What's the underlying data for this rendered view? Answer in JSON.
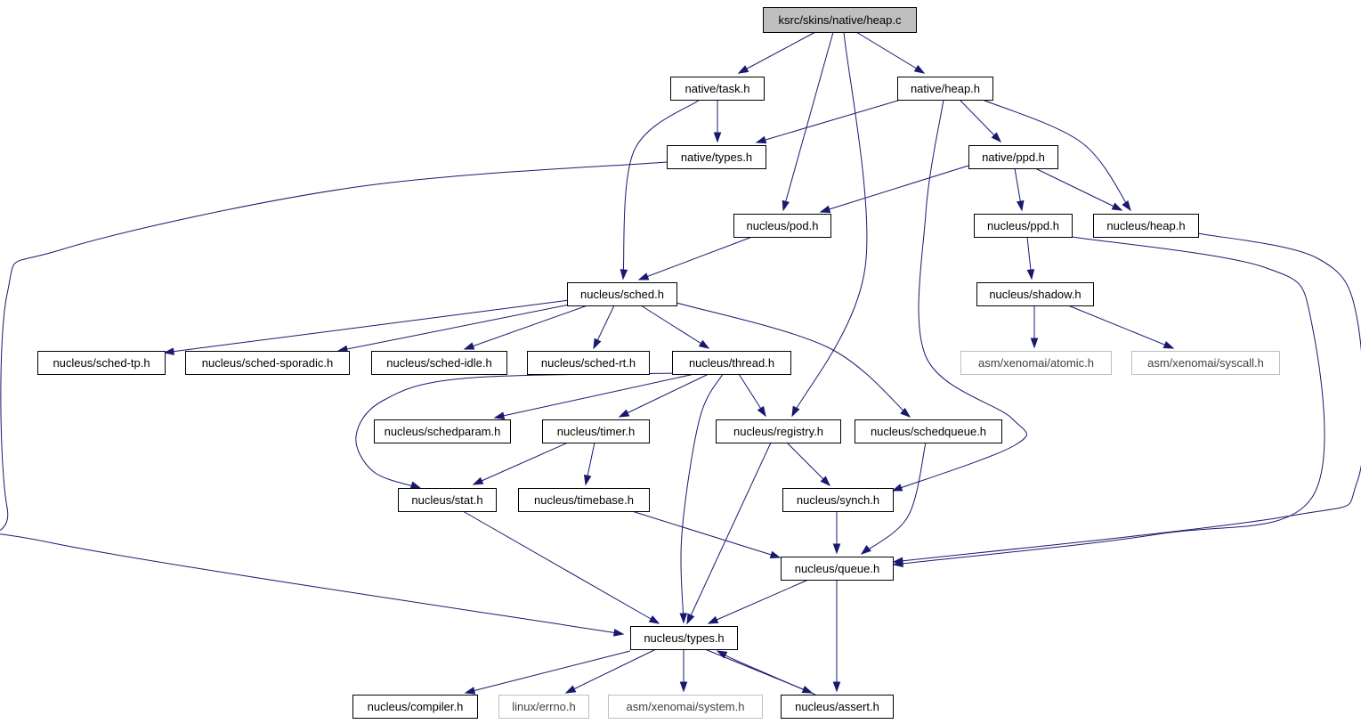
{
  "diagram": {
    "root": "heap_c",
    "nodes": [
      {
        "id": "heap_c",
        "label": "ksrc/skins/native/heap.c",
        "style": "root"
      },
      {
        "id": "native_task",
        "label": "native/task.h",
        "style": "normal"
      },
      {
        "id": "native_heap",
        "label": "native/heap.h",
        "style": "normal"
      },
      {
        "id": "native_types",
        "label": "native/types.h",
        "style": "normal"
      },
      {
        "id": "native_ppd",
        "label": "native/ppd.h",
        "style": "normal"
      },
      {
        "id": "nucleus_pod",
        "label": "nucleus/pod.h",
        "style": "normal"
      },
      {
        "id": "nucleus_ppd",
        "label": "nucleus/ppd.h",
        "style": "normal"
      },
      {
        "id": "nucleus_heap",
        "label": "nucleus/heap.h",
        "style": "normal"
      },
      {
        "id": "nucleus_sched",
        "label": "nucleus/sched.h",
        "style": "normal"
      },
      {
        "id": "nucleus_shadow",
        "label": "nucleus/shadow.h",
        "style": "normal"
      },
      {
        "id": "sched_tp",
        "label": "nucleus/sched-tp.h",
        "style": "normal"
      },
      {
        "id": "sched_sporadic",
        "label": "nucleus/sched-sporadic.h",
        "style": "normal"
      },
      {
        "id": "sched_idle",
        "label": "nucleus/sched-idle.h",
        "style": "normal"
      },
      {
        "id": "sched_rt",
        "label": "nucleus/sched-rt.h",
        "style": "normal"
      },
      {
        "id": "nucleus_thread",
        "label": "nucleus/thread.h",
        "style": "normal"
      },
      {
        "id": "asm_atomic",
        "label": "asm/xenomai/atomic.h",
        "style": "external"
      },
      {
        "id": "asm_syscall",
        "label": "asm/xenomai/syscall.h",
        "style": "external"
      },
      {
        "id": "nucleus_schedparam",
        "label": "nucleus/schedparam.h",
        "style": "normal"
      },
      {
        "id": "nucleus_timer",
        "label": "nucleus/timer.h",
        "style": "normal"
      },
      {
        "id": "nucleus_registry",
        "label": "nucleus/registry.h",
        "style": "normal"
      },
      {
        "id": "nucleus_schedqueue",
        "label": "nucleus/schedqueue.h",
        "style": "normal"
      },
      {
        "id": "nucleus_stat",
        "label": "nucleus/stat.h",
        "style": "normal"
      },
      {
        "id": "nucleus_timebase",
        "label": "nucleus/timebase.h",
        "style": "normal"
      },
      {
        "id": "nucleus_synch",
        "label": "nucleus/synch.h",
        "style": "normal"
      },
      {
        "id": "nucleus_queue",
        "label": "nucleus/queue.h",
        "style": "normal"
      },
      {
        "id": "nucleus_types",
        "label": "nucleus/types.h",
        "style": "normal"
      },
      {
        "id": "nucleus_compiler",
        "label": "nucleus/compiler.h",
        "style": "normal"
      },
      {
        "id": "linux_errno",
        "label": "linux/errno.h",
        "style": "external"
      },
      {
        "id": "asm_system",
        "label": "asm/xenomai/system.h",
        "style": "external"
      },
      {
        "id": "nucleus_assert",
        "label": "nucleus/assert.h",
        "style": "normal"
      }
    ],
    "edges": [
      {
        "from": "heap_c",
        "to": "native_task"
      },
      {
        "from": "heap_c",
        "to": "native_heap"
      },
      {
        "from": "heap_c",
        "to": "nucleus_pod"
      },
      {
        "from": "heap_c",
        "to": "nucleus_registry"
      },
      {
        "from": "native_task",
        "to": "native_types"
      },
      {
        "from": "native_task",
        "to": "nucleus_sched"
      },
      {
        "from": "native_heap",
        "to": "native_types"
      },
      {
        "from": "native_heap",
        "to": "native_ppd"
      },
      {
        "from": "native_heap",
        "to": "nucleus_heap"
      },
      {
        "from": "native_heap",
        "to": "nucleus_synch"
      },
      {
        "from": "native_types",
        "to": "nucleus_types"
      },
      {
        "from": "native_ppd",
        "to": "nucleus_pod"
      },
      {
        "from": "native_ppd",
        "to": "nucleus_ppd"
      },
      {
        "from": "native_ppd",
        "to": "nucleus_heap"
      },
      {
        "from": "nucleus_pod",
        "to": "nucleus_sched"
      },
      {
        "from": "nucleus_ppd",
        "to": "nucleus_shadow"
      },
      {
        "from": "nucleus_ppd",
        "to": "nucleus_queue"
      },
      {
        "from": "nucleus_heap",
        "to": "nucleus_queue"
      },
      {
        "from": "nucleus_shadow",
        "to": "asm_atomic"
      },
      {
        "from": "nucleus_shadow",
        "to": "asm_syscall"
      },
      {
        "from": "nucleus_sched",
        "to": "sched_tp"
      },
      {
        "from": "nucleus_sched",
        "to": "sched_sporadic"
      },
      {
        "from": "nucleus_sched",
        "to": "sched_idle"
      },
      {
        "from": "nucleus_sched",
        "to": "sched_rt"
      },
      {
        "from": "nucleus_sched",
        "to": "nucleus_thread"
      },
      {
        "from": "nucleus_sched",
        "to": "nucleus_schedqueue"
      },
      {
        "from": "nucleus_thread",
        "to": "nucleus_schedparam"
      },
      {
        "from": "nucleus_thread",
        "to": "nucleus_timer"
      },
      {
        "from": "nucleus_thread",
        "to": "nucleus_registry"
      },
      {
        "from": "nucleus_thread",
        "to": "nucleus_stat"
      },
      {
        "from": "nucleus_thread",
        "to": "nucleus_types"
      },
      {
        "from": "nucleus_timer",
        "to": "nucleus_stat"
      },
      {
        "from": "nucleus_timer",
        "to": "nucleus_timebase"
      },
      {
        "from": "nucleus_registry",
        "to": "nucleus_synch"
      },
      {
        "from": "nucleus_registry",
        "to": "nucleus_types"
      },
      {
        "from": "nucleus_schedqueue",
        "to": "nucleus_queue"
      },
      {
        "from": "nucleus_stat",
        "to": "nucleus_types"
      },
      {
        "from": "nucleus_timebase",
        "to": "nucleus_queue"
      },
      {
        "from": "nucleus_synch",
        "to": "nucleus_queue"
      },
      {
        "from": "nucleus_queue",
        "to": "nucleus_types"
      },
      {
        "from": "nucleus_queue",
        "to": "nucleus_assert"
      },
      {
        "from": "nucleus_types",
        "to": "nucleus_compiler"
      },
      {
        "from": "nucleus_types",
        "to": "linux_errno"
      },
      {
        "from": "nucleus_types",
        "to": "asm_system"
      },
      {
        "from": "nucleus_types",
        "to": "nucleus_assert"
      },
      {
        "from": "nucleus_assert",
        "to": "nucleus_types"
      }
    ],
    "colors": {
      "edge": "#191970",
      "root_fill": "#bfbfbf",
      "external_border": "#bfbfbf"
    }
  }
}
